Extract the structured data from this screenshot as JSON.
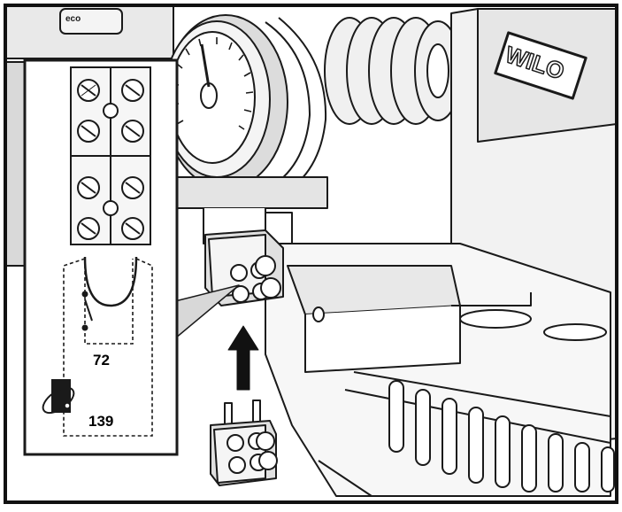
{
  "diagram": {
    "brand": "WILO",
    "gauge_fragment": "eco",
    "labels": {
      "contact": "72",
      "sensor": "139"
    }
  }
}
